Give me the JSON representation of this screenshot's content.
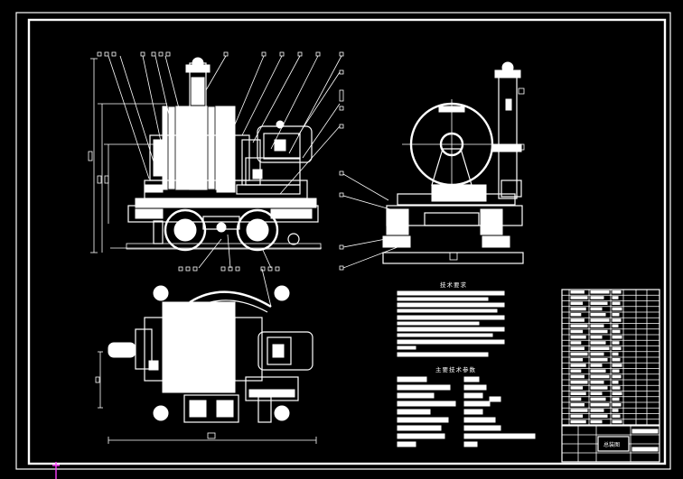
{
  "drawing": {
    "tech_requirements_title": "技术要求",
    "main_params_title": "主要技术参数",
    "title_block_name": "总装图",
    "colors": {
      "background": "#000000",
      "lines": "#ffffff",
      "cursor": "#ff3cff"
    }
  }
}
